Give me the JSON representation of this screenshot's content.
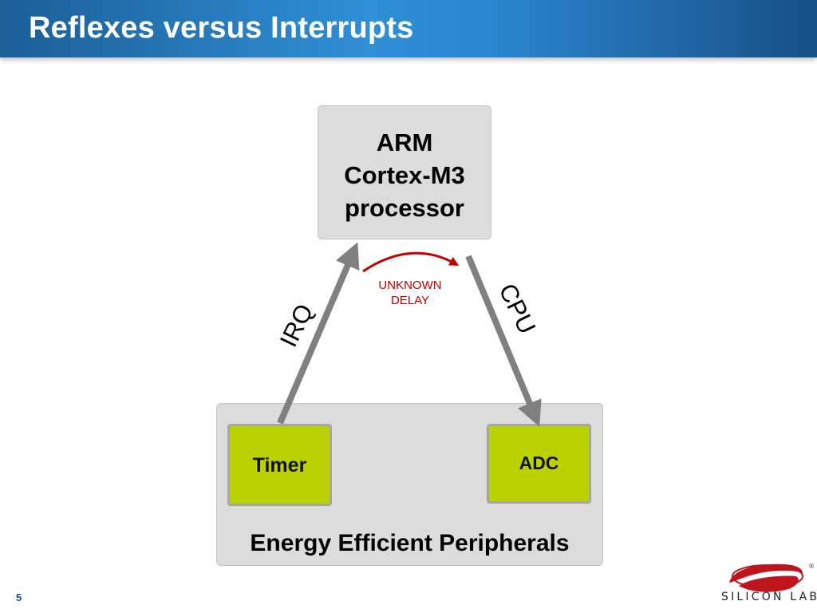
{
  "slide": {
    "title": "Reflexes versus Interrupts",
    "page_number": "5"
  },
  "processor": {
    "lines": [
      "ARM",
      "Cortex-M3",
      "processor"
    ]
  },
  "peripherals": {
    "label": "Energy Efficient Peripherals",
    "timer": "Timer",
    "adc": "ADC"
  },
  "arrows": {
    "irq": "IRQ",
    "cpu": "CPU",
    "delay_lines": [
      "UNKNOWN",
      "DELAY"
    ]
  },
  "logo": {
    "text": "SILICON LABS",
    "registered": "®"
  },
  "colors": {
    "title_bar": "#2a86cf",
    "box_gray": "#dcdcdc",
    "chip_green": "#bcd200",
    "arrow_gray": "#808080",
    "delay_red": "#c00000"
  }
}
